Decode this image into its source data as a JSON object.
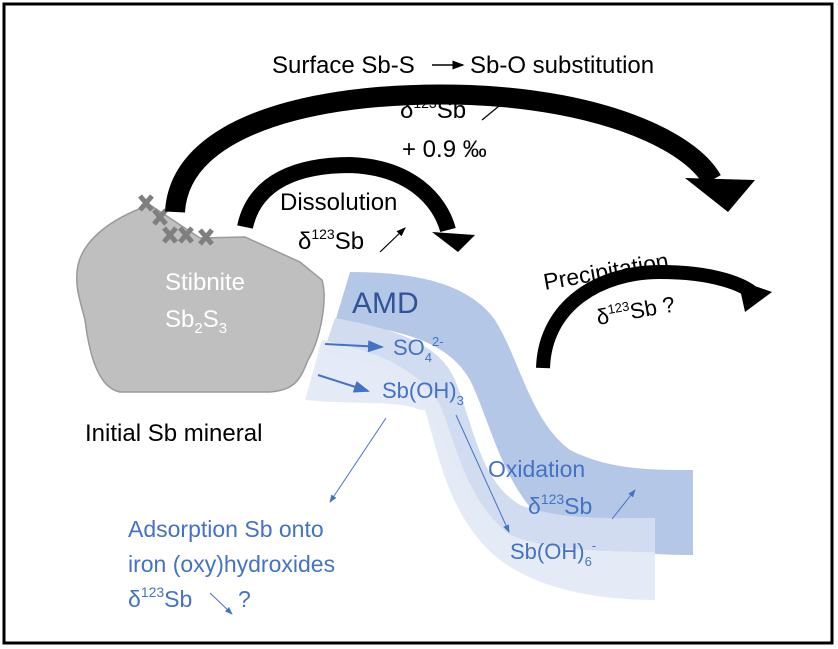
{
  "top_process": {
    "label": "Surface Sb-S",
    "label_after": "Sb-O substitution",
    "delta": "δ",
    "mass": "123",
    "element": "Sb",
    "shift": "+ 0.9 ‰"
  },
  "dissolution": {
    "label": "Dissolution",
    "delta": "δ",
    "mass": "123",
    "element": "Sb"
  },
  "precipitation": {
    "label": "Precipitation",
    "delta": "δ",
    "mass": "123",
    "element": "Sb",
    "suffix": "?"
  },
  "mineral": {
    "name": "Stibnite",
    "formula_a": "Sb",
    "sub_a": "2",
    "formula_b": "S",
    "sub_b": "3",
    "caption": "Initial Sb mineral"
  },
  "amd": {
    "label": "AMD",
    "sulfate": "SO",
    "sulfate_sub": "4",
    "sulfate_sup": "2-",
    "antimonite": "Sb(OH)",
    "antimonite_sub": "3"
  },
  "oxidation": {
    "label": "Oxidation",
    "delta": "δ",
    "mass": "123",
    "element": "Sb",
    "product": "Sb(OH)",
    "product_sub": "6",
    "product_sup": "-"
  },
  "adsorption": {
    "line1": "Adsorption Sb onto",
    "line2": "iron (oxy)hydroxides",
    "delta": "δ",
    "mass": "123",
    "element": "Sb",
    "suffix": "?"
  },
  "colors": {
    "text_blue": "#4472c4",
    "band_dark": "#b4c7e7",
    "band_mid": "#d1dcf0",
    "band_light": "#e4eaf6",
    "mineral": "#bfbfbf",
    "cross": "#7f7f7f"
  }
}
